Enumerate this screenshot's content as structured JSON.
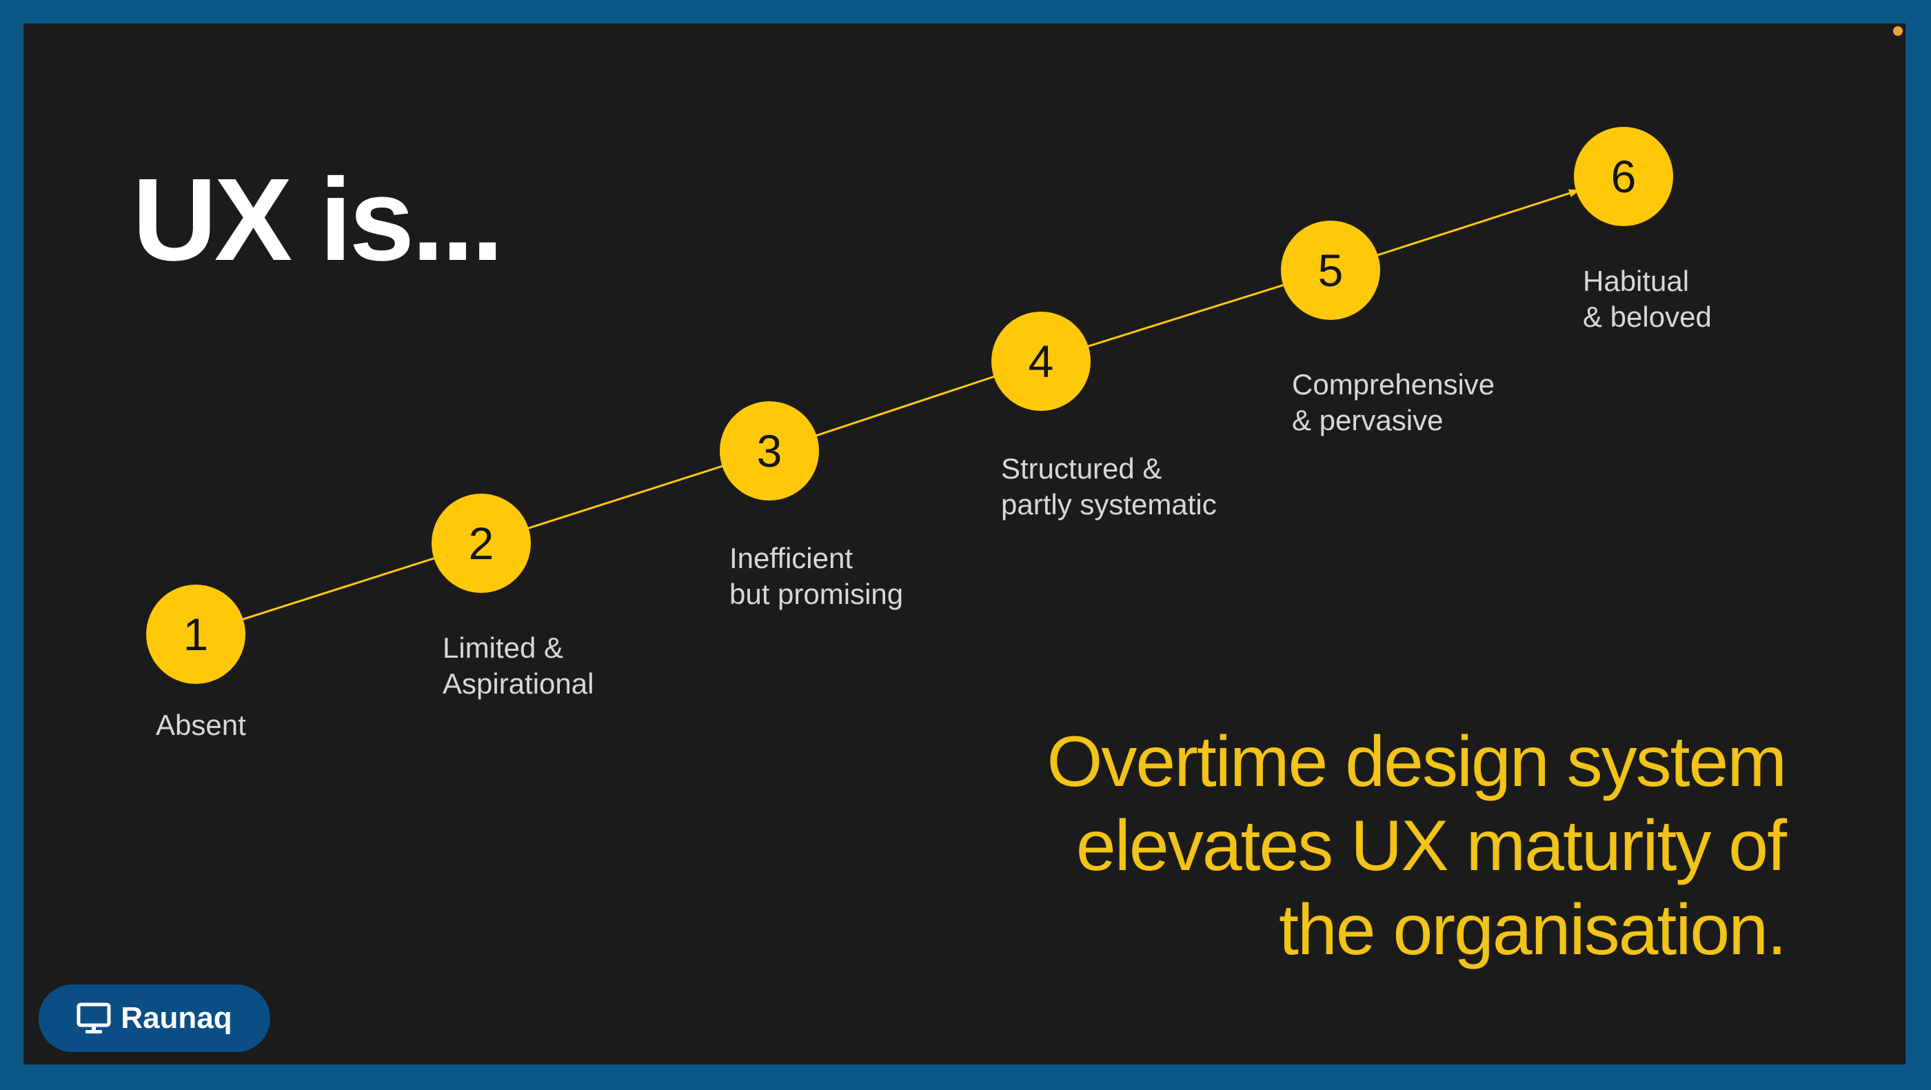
{
  "slide": {
    "title": "UX is...",
    "steps": [
      {
        "number": "1",
        "lines": [
          "Absent"
        ]
      },
      {
        "number": "2",
        "lines": [
          "Limited &",
          "Aspirational"
        ]
      },
      {
        "number": "3",
        "lines": [
          "Inefficient",
          "but promising"
        ]
      },
      {
        "number": "4",
        "lines": [
          "Structured &",
          "partly systematic"
        ]
      },
      {
        "number": "5",
        "lines": [
          "Comprehensive",
          "& pervasive"
        ]
      },
      {
        "number": "6",
        "lines": [
          "Habitual",
          "& beloved"
        ]
      }
    ],
    "tagline": [
      "Overtime design system",
      "elevates UX maturity of",
      "the organisation."
    ]
  },
  "presenter": {
    "name": "Raunaq",
    "icon": "screen-share-icon"
  },
  "colors": {
    "frame": "#0a5687",
    "background": "#1c1b1b",
    "accent": "#ffc90a",
    "tagline": "#f2c318",
    "presenter_badge": "#0b4e85"
  }
}
